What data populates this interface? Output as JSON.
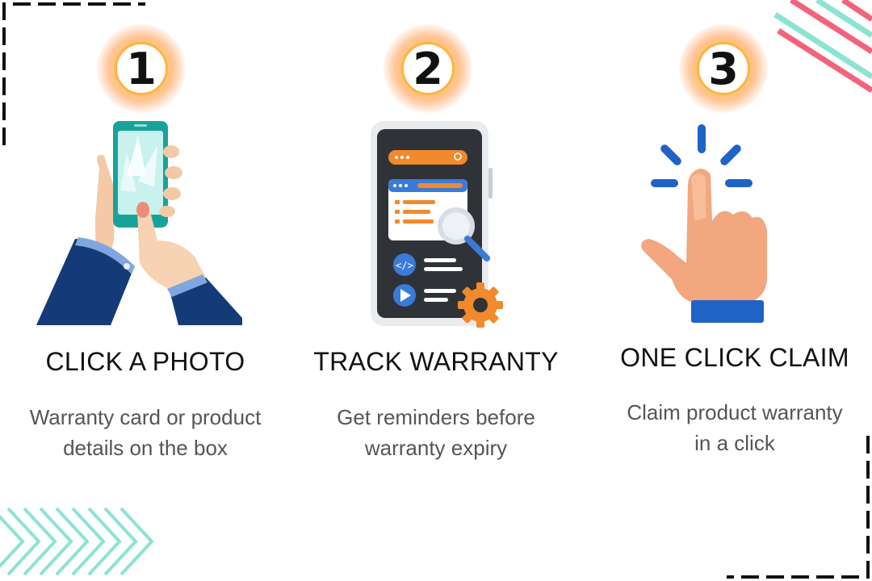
{
  "steps": [
    {
      "number": "1",
      "title": "CLICK A PHOTO",
      "description_lines": [
        "Warranty card or product",
        "details on the box"
      ],
      "icon": "phone-in-hand-icon"
    },
    {
      "number": "2",
      "title": "TRACK WARRANTY",
      "description_lines": [
        "Get reminders before",
        "warranty expiry"
      ],
      "icon": "phone-app-magnifier-gear-icon"
    },
    {
      "number": "3",
      "title": "ONE CLICK CLAIM",
      "description_lines": [
        "Claim product warranty",
        "in a click"
      ],
      "icon": "tapping-finger-icon"
    }
  ],
  "colors": {
    "accent_orange": "#ffb347",
    "navy": "#1e3a7a",
    "teal_stripe": "#8de3d3",
    "pink_stripe": "#f2637c",
    "text_dark": "#111111",
    "text_muted": "#555555"
  }
}
